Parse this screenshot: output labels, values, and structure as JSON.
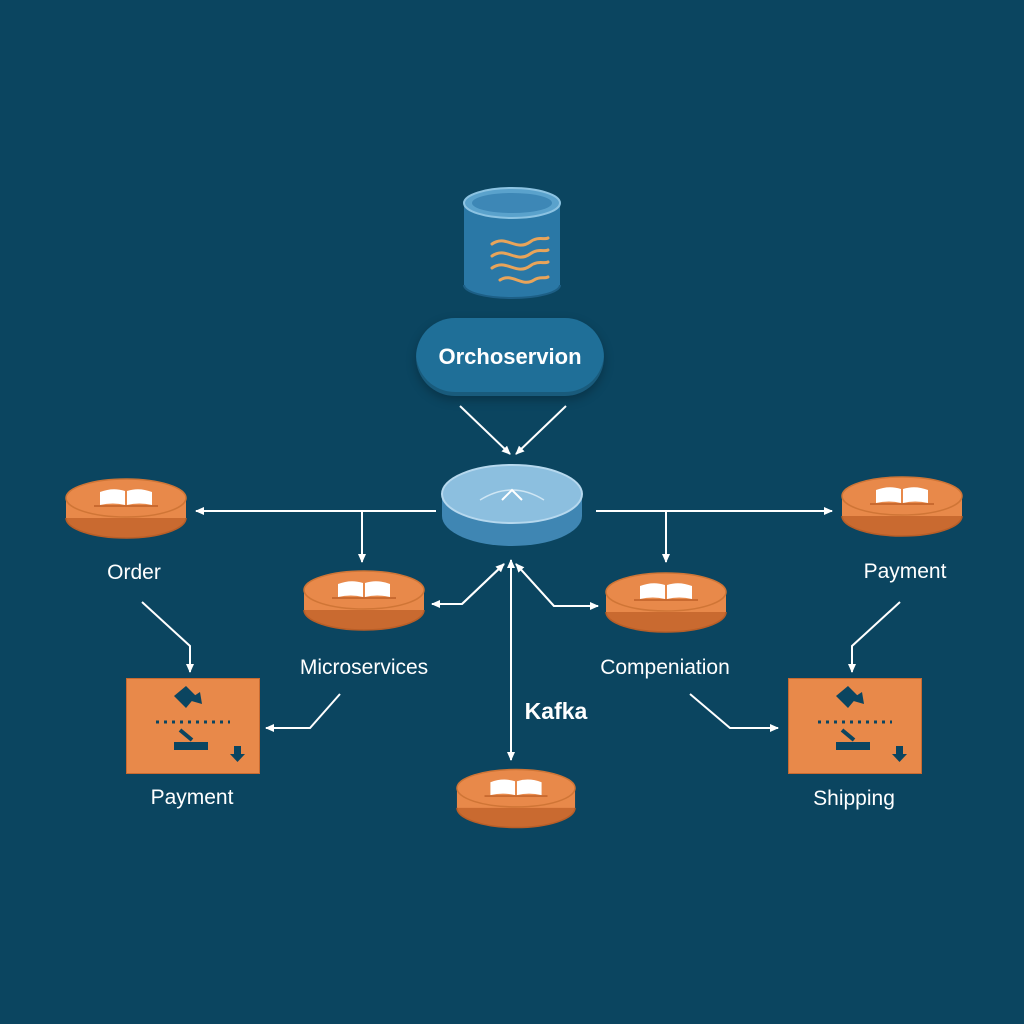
{
  "colors": {
    "background": "#0b4560",
    "node_orange": "#e8894a",
    "node_orange_dark": "#c96a30",
    "hub_blue": "#7fb3d5",
    "pill_blue": "#1f6f98",
    "arrow": "#ffffff",
    "accent_wave": "#e8a45a"
  },
  "diagram": {
    "database_icon": "database-icon",
    "orchestrator_label": "Orchoservion",
    "hub_icon": "chevron-up-icon",
    "labels": {
      "order": "Order",
      "microservices": "Microservices",
      "payment_left": "Payment",
      "kafka": "Kafka",
      "compensation": "Compeniation",
      "payment_right": "Payment",
      "shipping": "Shipping"
    }
  }
}
